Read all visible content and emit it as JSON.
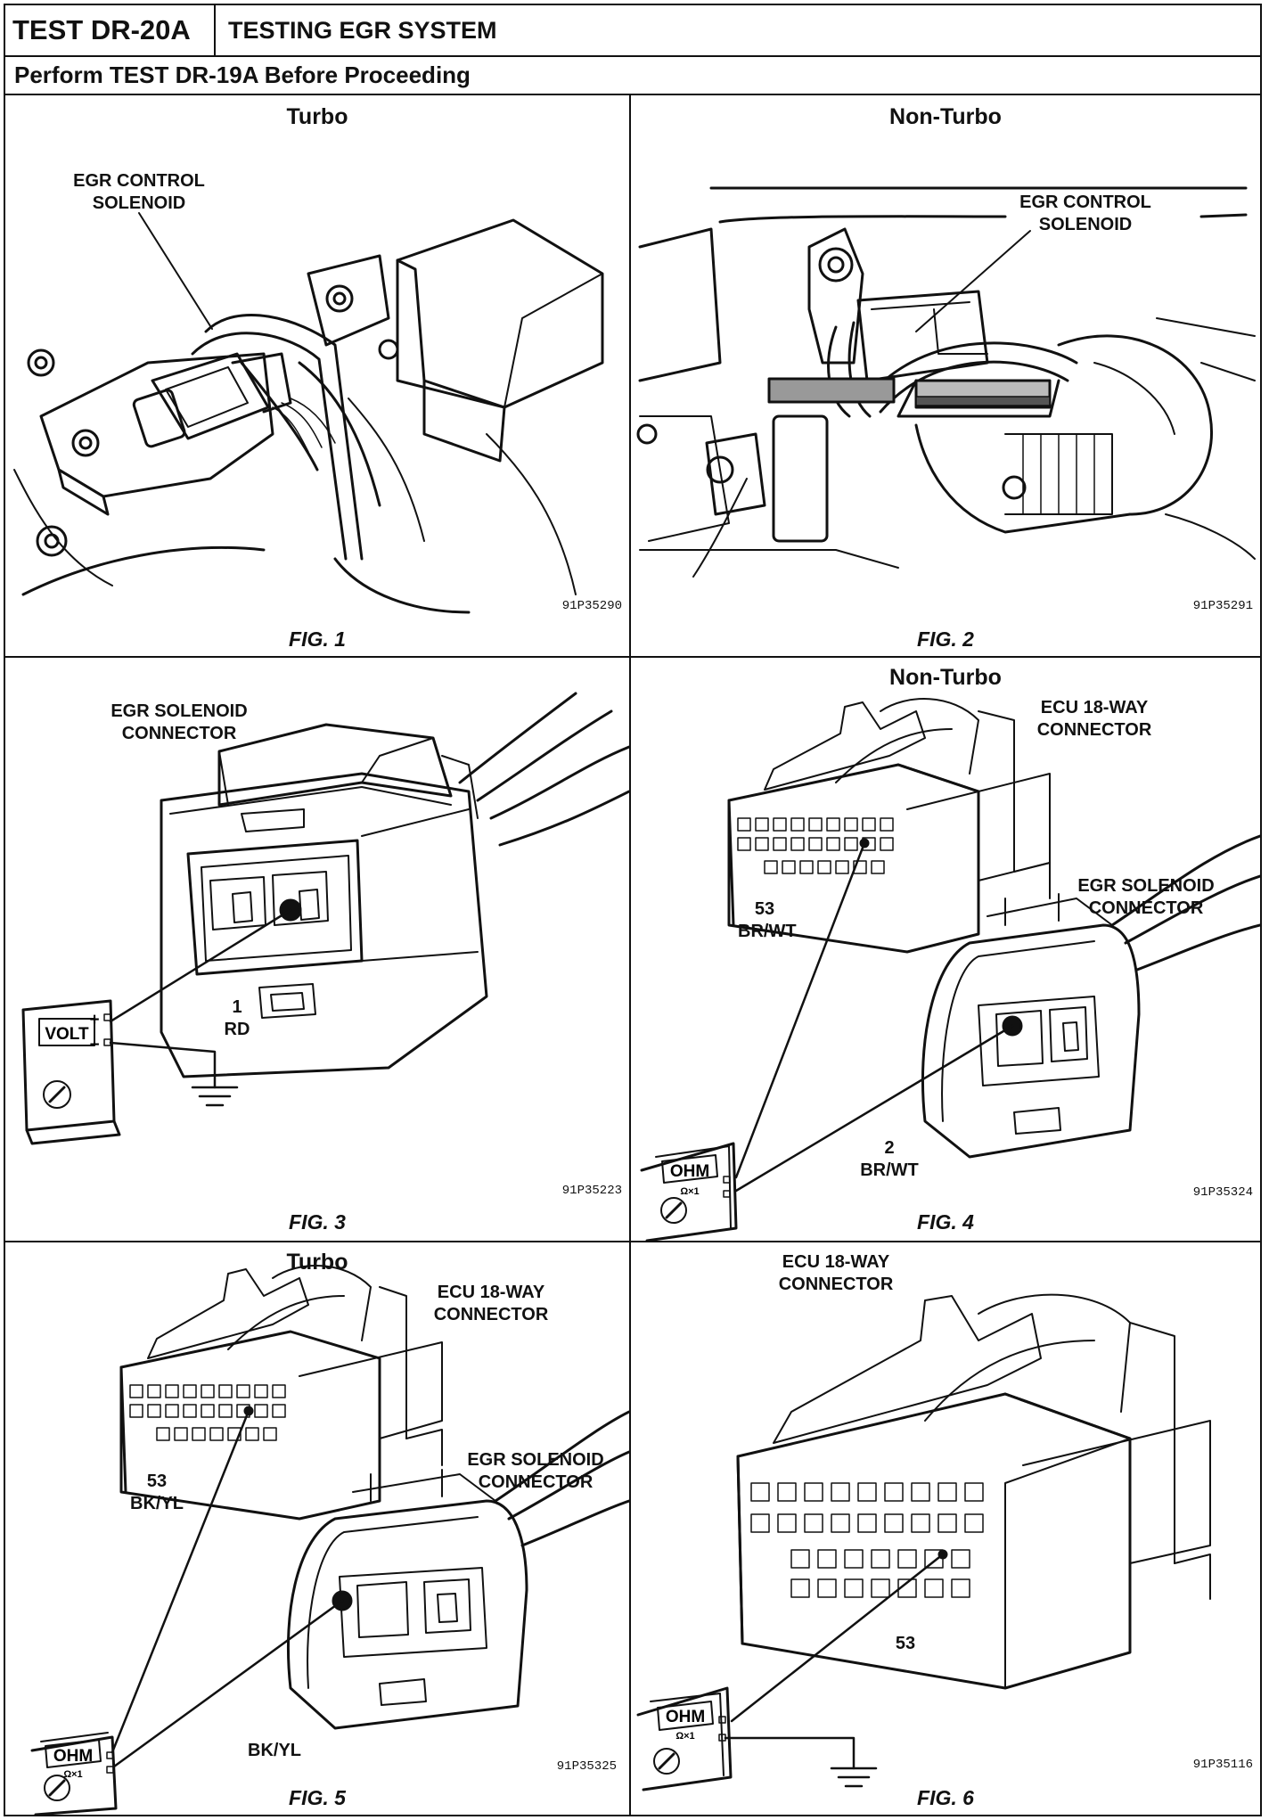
{
  "header": {
    "test_id": "TEST DR-20A",
    "test_title": "TESTING EGR SYSTEM",
    "instruction": "Perform TEST DR-19A Before Proceeding"
  },
  "panels": [
    {
      "title": "Turbo",
      "figure": "FIG. 1",
      "code": "91P35290",
      "labels": {
        "component_line1": "EGR CONTROL",
        "component_line2": "SOLENOID"
      }
    },
    {
      "title": "Non-Turbo",
      "figure": "FIG. 2",
      "code": "91P35291",
      "labels": {
        "component_line1": "EGR CONTROL",
        "component_line2": "SOLENOID"
      }
    },
    {
      "title": "",
      "figure": "FIG. 3",
      "code": "91P35223",
      "labels": {
        "connector_line1": "EGR SOLENOID",
        "connector_line2": "CONNECTOR",
        "pin": "1",
        "wire": "RD"
      },
      "meter": {
        "display": "VOLT",
        "plus": "+",
        "minus": "−"
      }
    },
    {
      "title": "Non-Turbo",
      "figure": "FIG. 4",
      "code": "91P35324",
      "labels": {
        "ecu_line1": "ECU 18-WAY",
        "ecu_line2": "CONNECTOR",
        "sol_line1": "EGR SOLENOID",
        "sol_line2": "CONNECTOR",
        "ecu_pin": "53",
        "ecu_wire": "BR/WT",
        "sol_pin": "2",
        "sol_wire": "BR/WT"
      },
      "meter": {
        "display": "OHM",
        "range": "Ω×1"
      }
    },
    {
      "title": "Turbo",
      "figure": "FIG. 5",
      "code": "91P35325",
      "labels": {
        "ecu_line1": "ECU 18-WAY",
        "ecu_line2": "CONNECTOR",
        "sol_line1": "EGR SOLENOID",
        "sol_line2": "CONNECTOR",
        "ecu_pin": "53",
        "ecu_wire": "BK/YL",
        "sol_wire": "BK/YL"
      },
      "meter": {
        "display": "OHM",
        "range": "Ω×1"
      }
    },
    {
      "title": "",
      "figure": "FIG. 6",
      "code": "91P35116",
      "labels": {
        "ecu_line1": "ECU 18-WAY",
        "ecu_line2": "CONNECTOR",
        "ecu_pin": "53"
      },
      "meter": {
        "display": "OHM",
        "range": "Ω×1"
      }
    }
  ]
}
